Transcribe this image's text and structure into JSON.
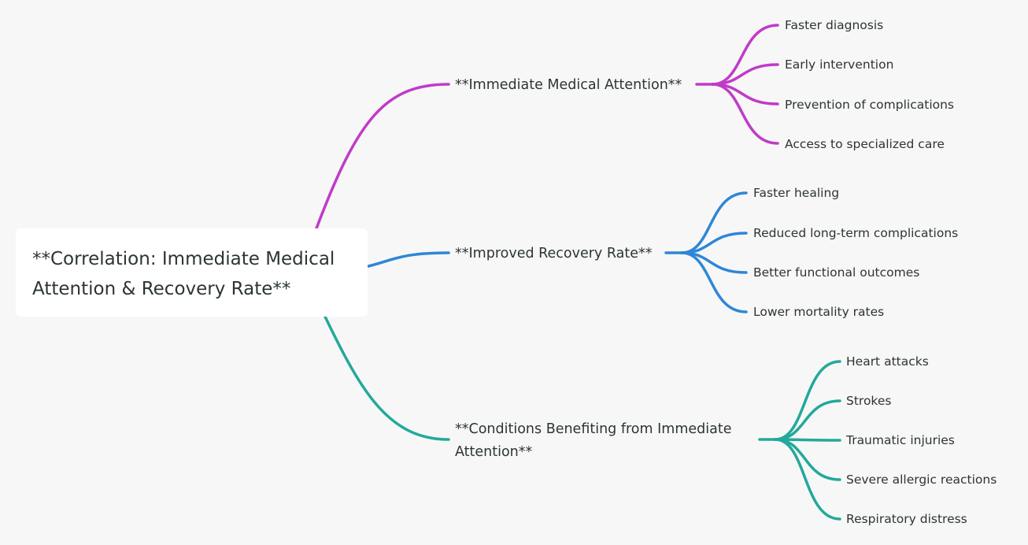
{
  "root": {
    "line1": "**Correlation: Immediate Medical",
    "line2": "Attention & Recovery Rate**"
  },
  "colors": {
    "background": "#f7f7f7",
    "node": "#ffffff",
    "text": "#2d3436",
    "branch_1": "#c03bc8",
    "branch_2": "#2f86d6",
    "branch_3": "#22a99a"
  },
  "branches": [
    {
      "label": "**Immediate Medical Attention**",
      "color": "#c03bc8",
      "children": [
        "Faster diagnosis",
        "Early intervention",
        "Prevention of complications",
        "Access to specialized care"
      ]
    },
    {
      "label": "**Improved Recovery Rate**",
      "color": "#2f86d6",
      "children": [
        "Faster healing",
        "Reduced long-term complications",
        "Better functional outcomes",
        "Lower mortality rates"
      ]
    },
    {
      "label": "**Conditions Benefiting from Immediate Attention**",
      "color": "#22a99a",
      "children": [
        "Heart attacks",
        "Strokes",
        "Traumatic injuries",
        "Severe allergic reactions",
        "Respiratory distress"
      ]
    }
  ]
}
